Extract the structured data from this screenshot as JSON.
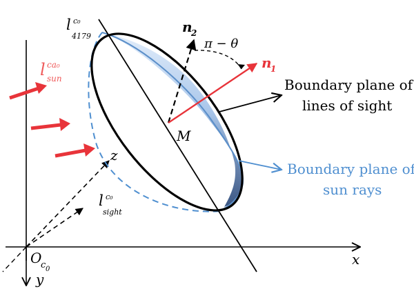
{
  "colors": {
    "background": "#ffffff",
    "ink": "#000000",
    "sun_ray_red": "#e8343a",
    "sun_label_red": "#ef5a5a",
    "boundary_blue": "#4f8fd0",
    "fill_light_blue": "#d6e6f8",
    "fill_dark_blue": "#405a84"
  },
  "labels": {
    "sun_vector_main": "l",
    "sun_vector_sup": "ca₀",
    "sun_vector_sub": "sun",
    "top_vector_main": "l",
    "top_vector_sup": "c₀",
    "top_vector_sub": "4179",
    "sight_vector_main": "l",
    "sight_vector_sup": "c₀",
    "sight_vector_sub": "sight",
    "n2_main": "n",
    "n2_sub": "2",
    "n1_main": "n",
    "n1_sub": "1",
    "angle": "π − θ",
    "center": "M",
    "z_axis": "z",
    "x_axis": "x",
    "y_axis": "y",
    "origin_main": "O",
    "origin_sub": "c",
    "origin_subsub": "0",
    "los_plane_line1": "Boundary plane of",
    "los_plane_line2": "lines of sight",
    "sun_plane_line1": "Boundary plane of",
    "sun_plane_line2": "sun rays"
  }
}
